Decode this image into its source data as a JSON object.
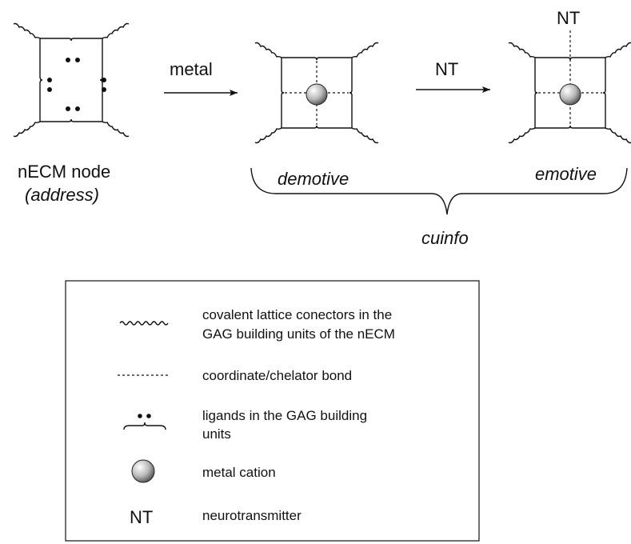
{
  "scheme": {
    "step1_arrow_label": "metal",
    "step2_arrow_label": "NT",
    "top_nt_label": "NT",
    "node_label": "nECM node",
    "node_sublabel": "(address)",
    "state_demotive": "demotive",
    "state_emotive": "emotive",
    "brace_label": "cuinfo"
  },
  "legend": {
    "items": [
      {
        "symbol": "wavy-line-icon",
        "text": [
          "covalent lattice conectors in the",
          "GAG building units of the nECM"
        ]
      },
      {
        "symbol": "dashed-line-icon",
        "text": [
          "coordinate/chelator bond"
        ]
      },
      {
        "symbol": "ligand-brace-icon",
        "text": [
          "ligands in the GAG building",
          "units"
        ]
      },
      {
        "symbol": "metal-sphere-icon",
        "text": [
          "metal cation"
        ]
      },
      {
        "symbol": "NT",
        "text": [
          "neurotransmitter"
        ]
      }
    ]
  },
  "colors": {
    "ink": "#111111",
    "sphere_light": "#ffffff",
    "sphere_dark": "#5a5a5a"
  }
}
